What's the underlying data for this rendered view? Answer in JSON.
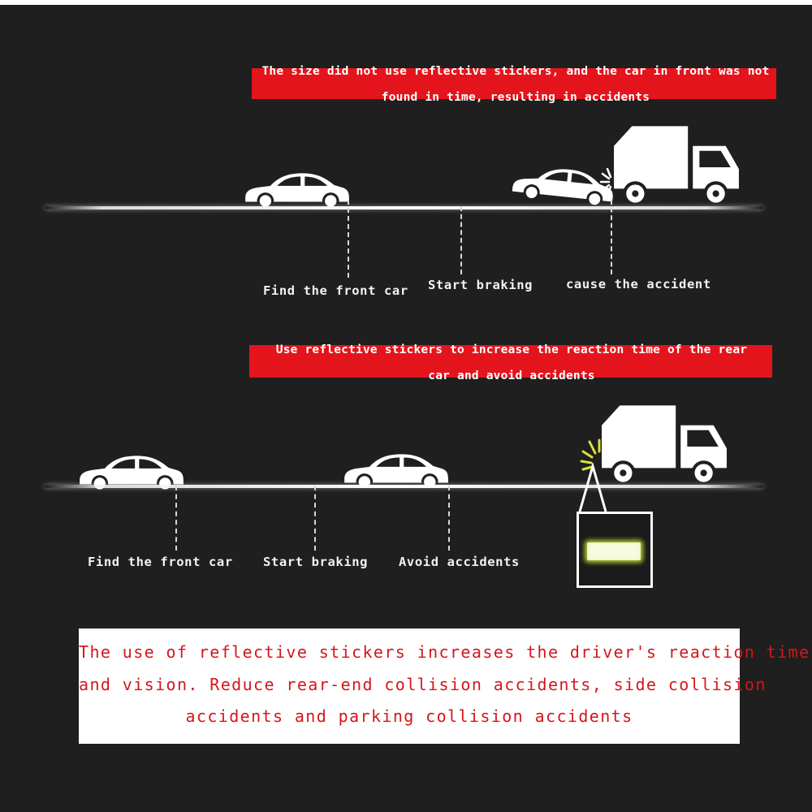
{
  "scenario_without": {
    "banner_line1": "The size did not use reflective stickers, and the car in front was not",
    "banner_line2": "found in time, resulting in accidents",
    "steps": [
      "Find the front car",
      "Start braking",
      "cause the accident"
    ]
  },
  "scenario_with": {
    "banner_line1": "Use reflective stickers to increase the reaction time of the rear",
    "banner_line2": "car and avoid accidents",
    "steps": [
      "Find the front car",
      "Start braking",
      "Avoid accidents"
    ]
  },
  "conclusion": {
    "line1": "The use of reflective stickers increases the driver's reaction time",
    "line2": "and vision. Reduce rear-end collision accidents, side collision",
    "line3": "accidents and parking collision accidents"
  },
  "colors": {
    "background": "#1f1f1f",
    "banner_red": "#e4141c",
    "conclusion_text": "#d4161c",
    "sticker_glow": "#b8c83a"
  },
  "icons": [
    "car-icon",
    "truck-icon",
    "collision-burst-icon",
    "reflective-sticker-icon",
    "light-rays-icon"
  ]
}
